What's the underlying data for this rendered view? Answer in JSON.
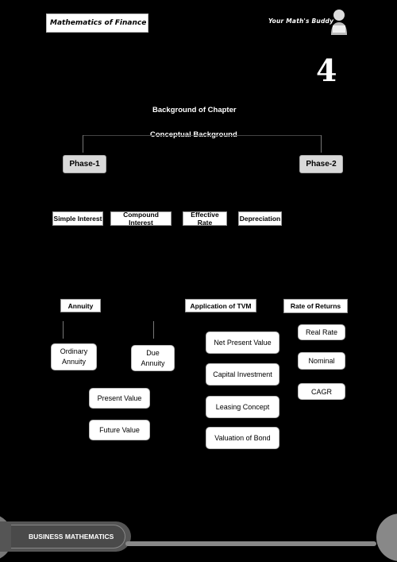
{
  "header": {
    "book_title": "Mathematics of Finance",
    "tagline": "Your Math's Buddy",
    "chapter_number": "4"
  },
  "chart": {
    "top_title": "Background of Chapter",
    "root": "Conceptual Background",
    "phase1": "Phase-1",
    "phase2": "Phase-2",
    "phase1_topics": [
      "Simple Interest",
      "Compound Interest",
      "Effective Rate",
      "Depreciation"
    ],
    "phase2_heads": {
      "annuity": "Annuity",
      "tvm": "Application of TVM",
      "returns": "Rate of Returns"
    },
    "annuity_types": {
      "ordinary_line1": "Ordinary",
      "ordinary_line2": "Annuity",
      "due_line1": "Due",
      "due_line2": "Annuity"
    },
    "annuity_values": [
      "Present Value",
      "Future Value"
    ],
    "tvm_items": [
      "Net Present Value",
      "Capital Investment",
      "Leasing Concept",
      "Valuation of Bond"
    ],
    "returns_items": [
      "Real Rate",
      "Nominal",
      "CAGR"
    ]
  },
  "footer": {
    "label": "BUSINESS MATHEMATICS"
  }
}
